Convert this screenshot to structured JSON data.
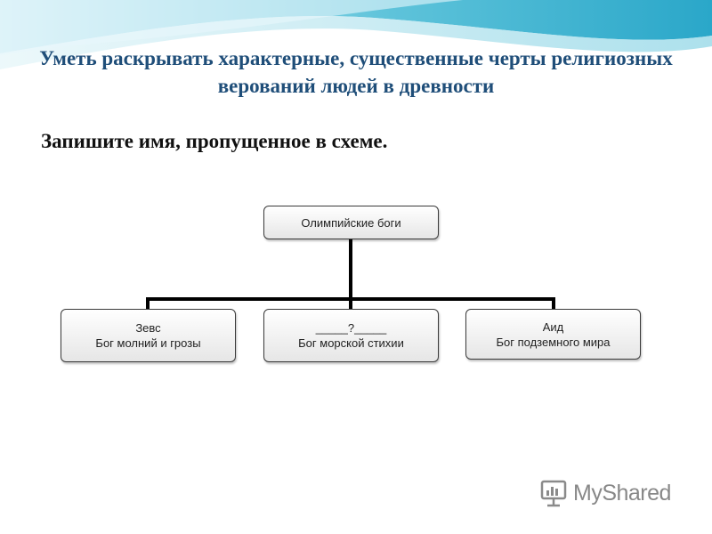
{
  "title": "Уметь раскрывать характерные, существенные черты религиозных верований людей в древности",
  "task": "Запишите имя, пропущенное в схеме.",
  "diagram": {
    "root": "Олимпийские боги",
    "children": [
      {
        "name": "Зевс",
        "desc": "Бог молний и грозы"
      },
      {
        "name": "_____?_____",
        "desc": "Бог морской стихии"
      },
      {
        "name": "Аид",
        "desc": "Бог подземного мира"
      }
    ]
  },
  "logo": {
    "text": "MyShared",
    "icon": "presentation-board-icon"
  }
}
